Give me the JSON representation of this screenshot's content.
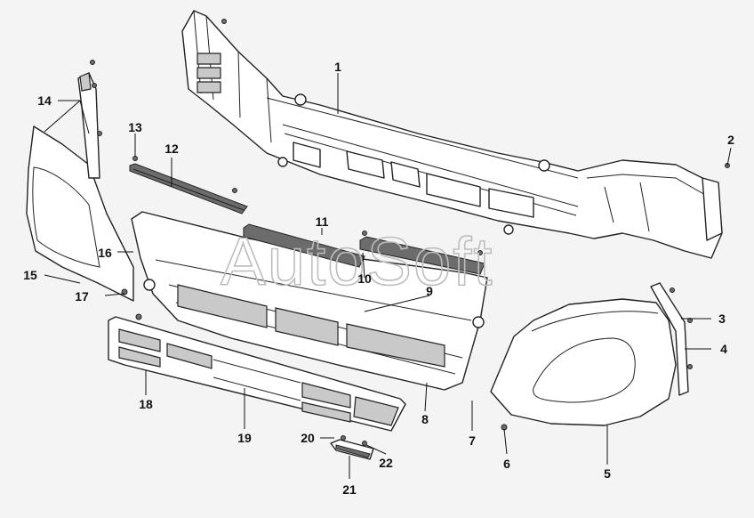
{
  "watermark": "AutoSoft",
  "callouts": [
    {
      "id": "c1",
      "text": "1"
    },
    {
      "id": "c2",
      "text": "2"
    },
    {
      "id": "c3",
      "text": "3"
    },
    {
      "id": "c4",
      "text": "4"
    },
    {
      "id": "c5",
      "text": "5"
    },
    {
      "id": "c6",
      "text": "6"
    },
    {
      "id": "c7",
      "text": "7"
    },
    {
      "id": "c8",
      "text": "8"
    },
    {
      "id": "c9",
      "text": "9"
    },
    {
      "id": "c10",
      "text": "10"
    },
    {
      "id": "c11",
      "text": "11"
    },
    {
      "id": "c12",
      "text": "12"
    },
    {
      "id": "c13",
      "text": "13"
    },
    {
      "id": "c14",
      "text": "14"
    },
    {
      "id": "c15",
      "text": "15"
    },
    {
      "id": "c16",
      "text": "16"
    },
    {
      "id": "c17",
      "text": "17"
    },
    {
      "id": "c18",
      "text": "18"
    },
    {
      "id": "c19",
      "text": "19"
    },
    {
      "id": "c20",
      "text": "20"
    },
    {
      "id": "c21",
      "text": "21"
    },
    {
      "id": "c22",
      "text": "22"
    }
  ]
}
